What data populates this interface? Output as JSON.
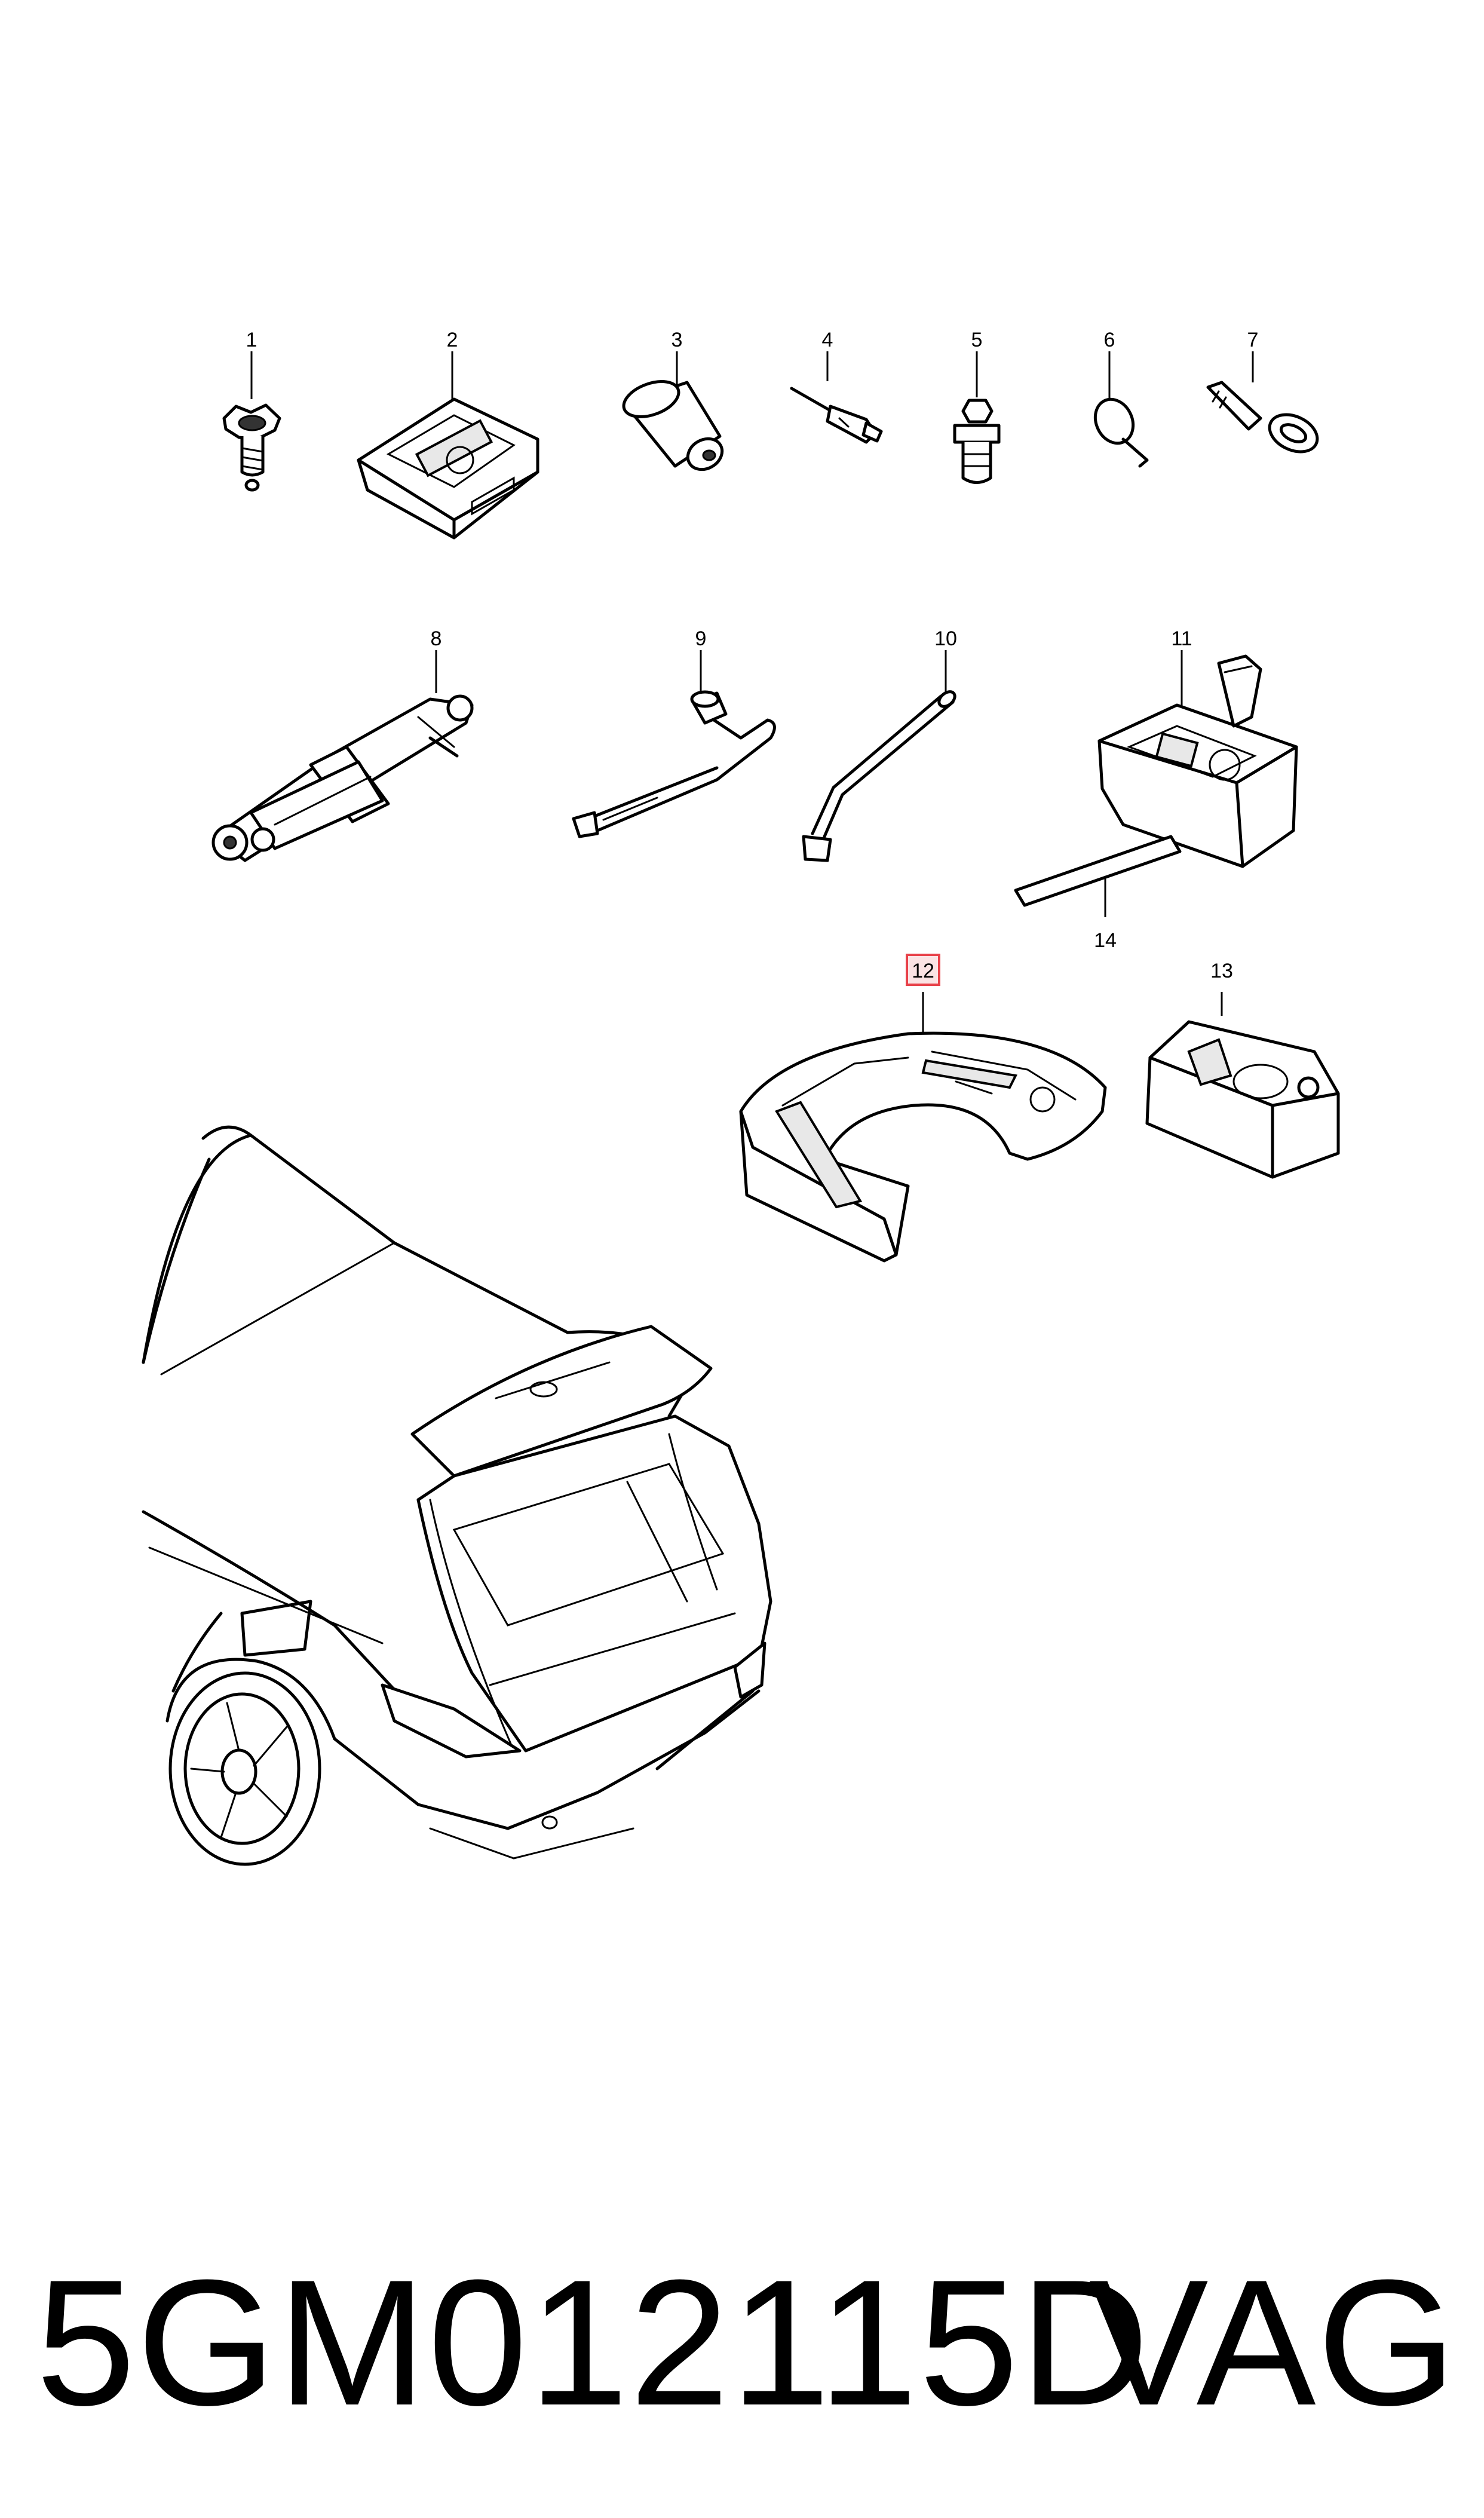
{
  "diagram": {
    "callouts": [
      {
        "id": "1",
        "label": "1"
      },
      {
        "id": "2",
        "label": "2"
      },
      {
        "id": "3",
        "label": "3"
      },
      {
        "id": "4",
        "label": "4"
      },
      {
        "id": "5",
        "label": "5"
      },
      {
        "id": "6",
        "label": "6"
      },
      {
        "id": "7",
        "label": "7"
      },
      {
        "id": "8",
        "label": "8"
      },
      {
        "id": "9",
        "label": "9"
      },
      {
        "id": "10",
        "label": "10"
      },
      {
        "id": "11",
        "label": "11"
      },
      {
        "id": "12",
        "label": "12",
        "highlighted": true
      },
      {
        "id": "13",
        "label": "13"
      },
      {
        "id": "14",
        "label": "14"
      }
    ],
    "highlight_color": "#e8424a",
    "highlight_fill": "#fbe3e4"
  },
  "footer": {
    "part_number": "5GM012115D",
    "brand": "VAG"
  }
}
